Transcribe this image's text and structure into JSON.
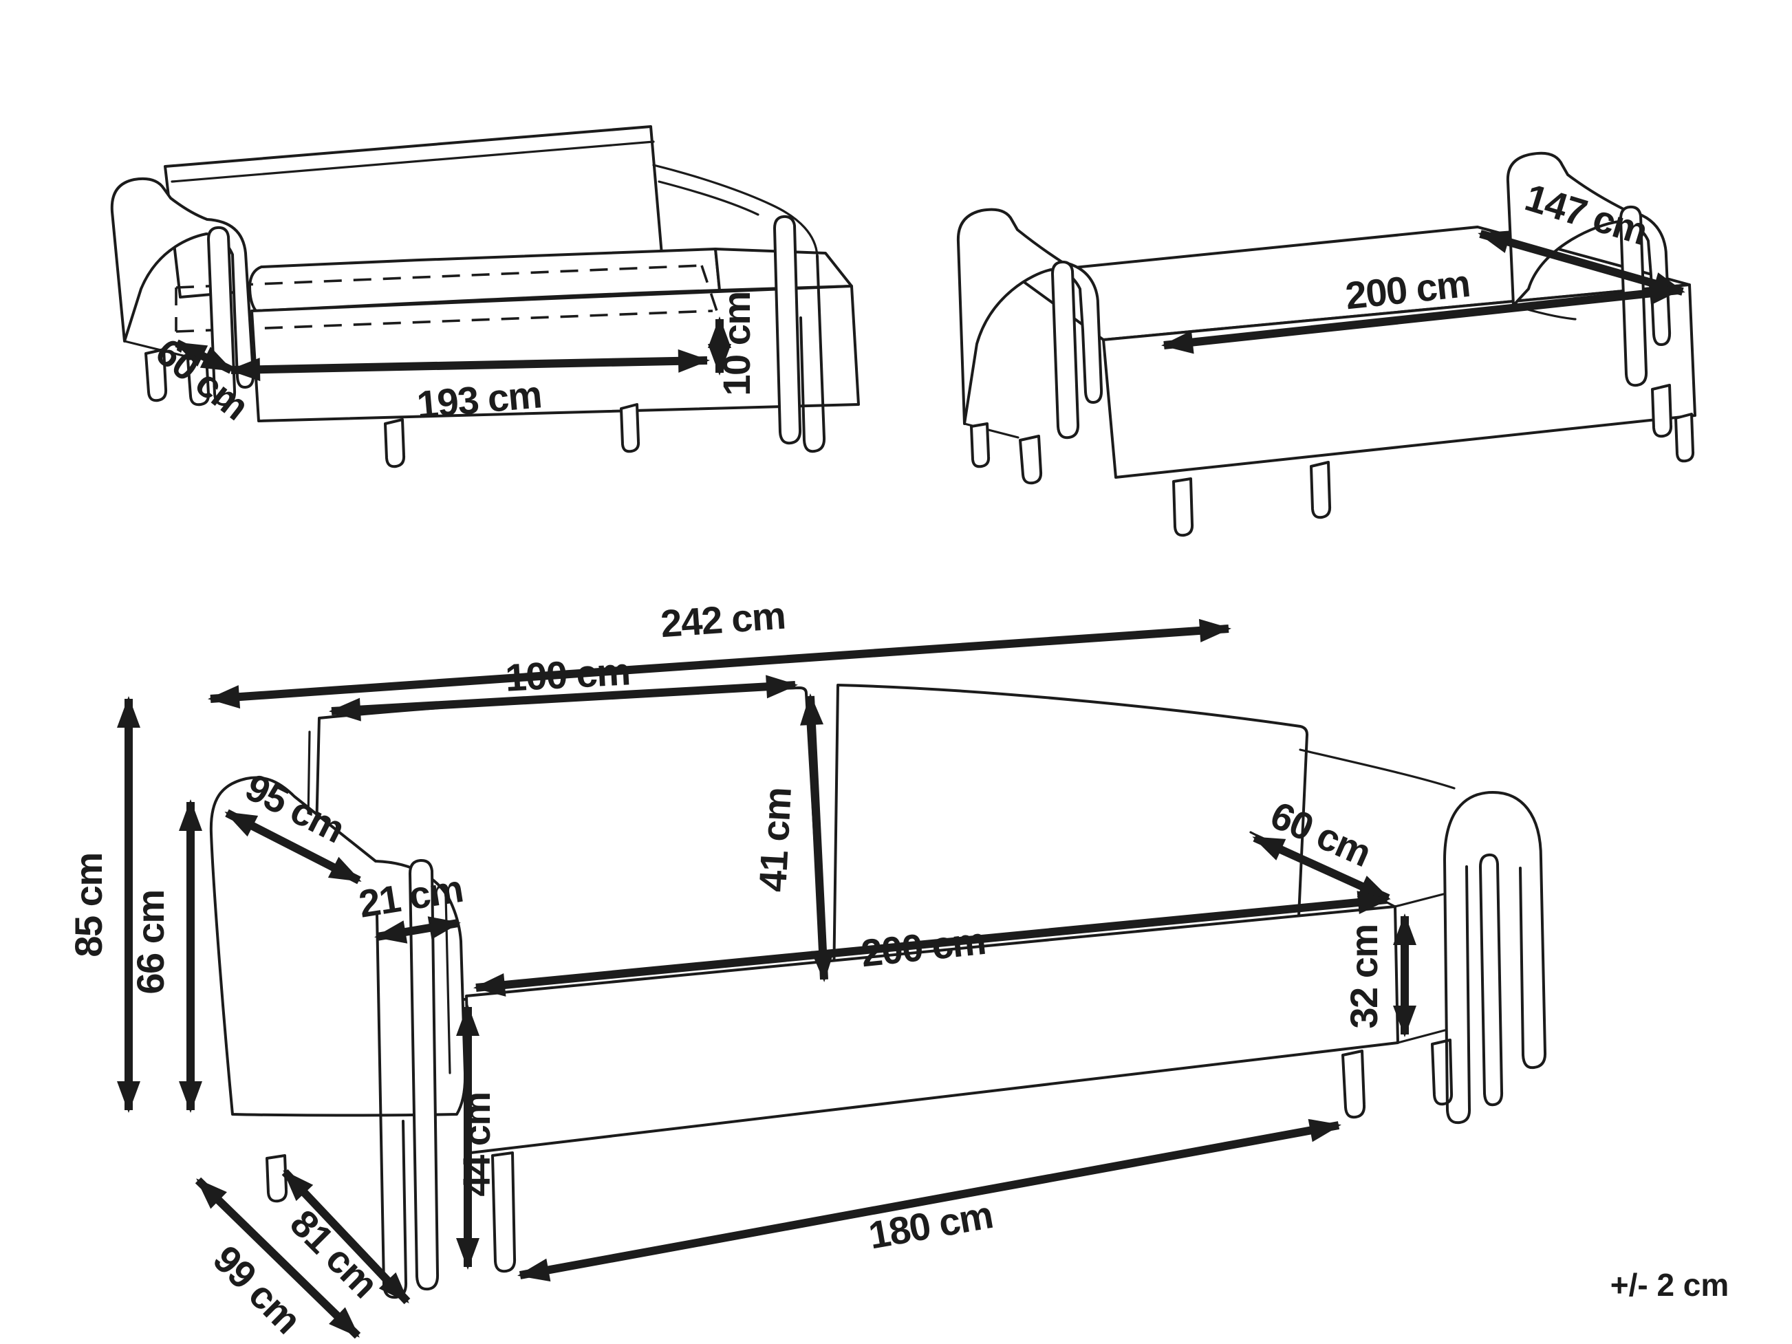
{
  "colors": {
    "line": "#1b1b1b",
    "text": "#1c1c1c",
    "background": "#ffffff"
  },
  "tolerance": {
    "label": "+/- 2 cm"
  },
  "folded_view": {
    "dims": {
      "pullout_depth": {
        "label": "60 cm"
      },
      "bed_length": {
        "label": "193 cm"
      },
      "clearance": {
        "label": "10 cm"
      }
    }
  },
  "open_view": {
    "dims": {
      "bed_width": {
        "label": "147 cm"
      },
      "bed_length": {
        "label": "200 cm"
      }
    }
  },
  "front_view": {
    "dims": {
      "overall_width": {
        "label": "242 cm"
      },
      "back_cushion_width": {
        "label": "100 cm"
      },
      "back_cushion_height": {
        "label": "41 cm"
      },
      "armrest_length": {
        "label": "95 cm"
      },
      "armrest_width": {
        "label": "21 cm"
      },
      "overall_height": {
        "label": "85 cm"
      },
      "armrest_height": {
        "label": "66 cm"
      },
      "seat_depth": {
        "label": "60 cm"
      },
      "seat_width": {
        "label": "200 cm"
      },
      "seat_front_height": {
        "label": "32 cm"
      },
      "seat_height": {
        "label": "44 cm"
      },
      "base_length": {
        "label": "180 cm"
      },
      "depth_floor_inner": {
        "label": "81 cm"
      },
      "overall_depth": {
        "label": "99 cm"
      }
    }
  }
}
